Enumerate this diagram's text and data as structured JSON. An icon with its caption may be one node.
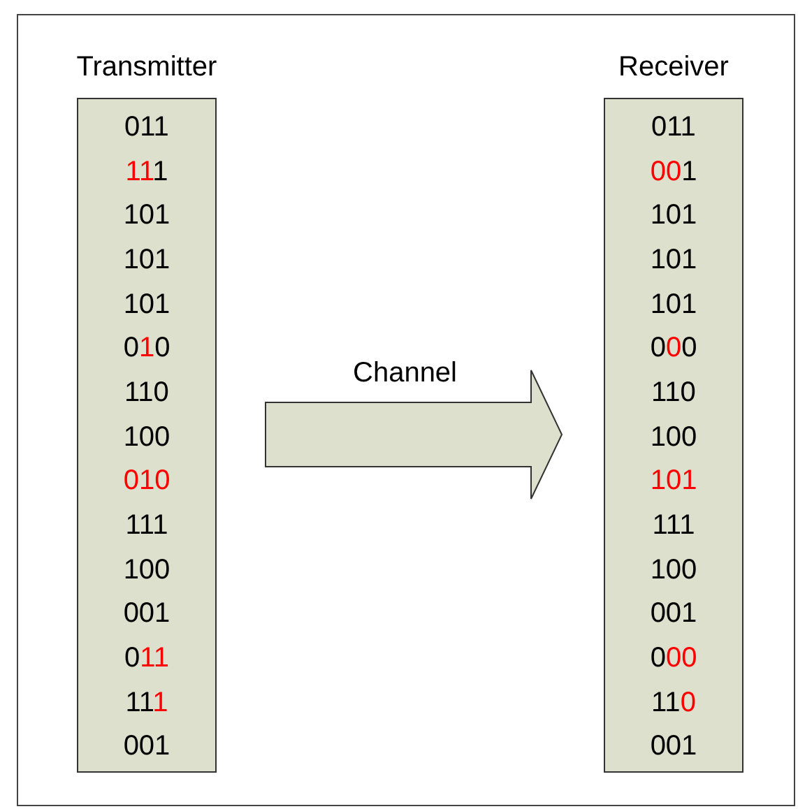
{
  "diagram": {
    "nodes": [
      {
        "text": [
          "Transmitter",
          "011",
          "111",
          "101",
          "101",
          "101",
          "010",
          "110",
          "100",
          "010",
          "111",
          "100",
          "001",
          "011",
          "111",
          "001"
        ]
      },
      {
        "text": [
          "Receiver",
          "011",
          "001",
          "101",
          "101",
          "101",
          "000",
          "110",
          "100",
          "101",
          "111",
          "100",
          "001",
          "000",
          "110",
          "001"
        ]
      }
    ],
    "edges": [
      {
        "from": 0,
        "to": 1,
        "arrow": "to",
        "label": "Channel",
        "style": "thick"
      }
    ]
  }
}
